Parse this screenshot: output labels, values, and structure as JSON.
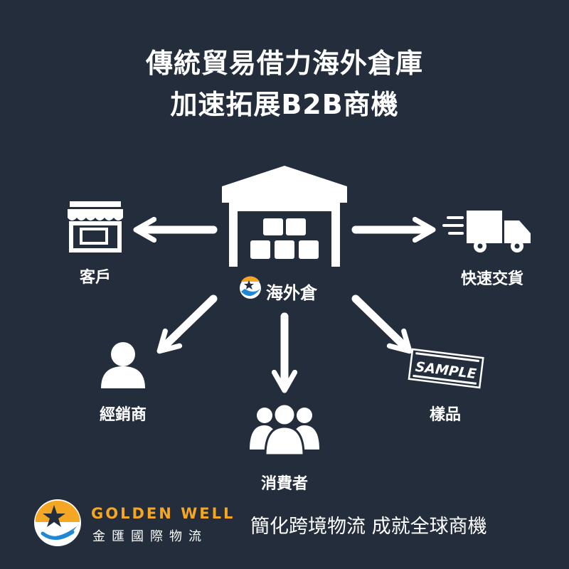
{
  "title": {
    "line1": "傳統貿易借力海外倉庫",
    "line2": "加速拓展B2B商機"
  },
  "hub_label": "海外倉",
  "nodes": {
    "customer": "客戶",
    "fast_delivery": "快速交貨",
    "distributor": "經銷商",
    "consumer": "消費者",
    "sample": "樣品",
    "sample_stamp": "SAMPLE"
  },
  "brand": {
    "name_en": "GOLDEN WELL",
    "name_zh": "金匯國際物流"
  },
  "slogan": "簡化跨境物流  成就全球商機",
  "colors": {
    "background": "#232d3b",
    "foreground": "#ffffff",
    "accent_gold": "#f5a623",
    "accent_blue": "#1e88d6"
  }
}
